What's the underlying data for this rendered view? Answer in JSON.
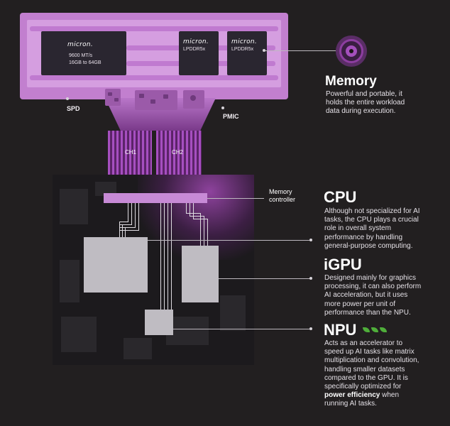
{
  "module": {
    "chip_large": {
      "brand": "micron.",
      "line1": "9600 MT/s",
      "line2": "16GB to 64GB"
    },
    "chip_a": {
      "brand": "micron.",
      "type": "LPDDR5x"
    },
    "chip_b": {
      "brand": "micron.",
      "type": "LPDDR5x"
    },
    "spd_label": "SPD",
    "pmic_label": "PMIC"
  },
  "channels": {
    "ch1": "CH1",
    "ch2": "CH2"
  },
  "processor": {
    "memory_controller_line1": "Memory",
    "memory_controller_line2": "controller"
  },
  "memory": {
    "title": "Memory",
    "desc_lines": [
      "Powerful and portable, it",
      "holds the entire workload",
      "data during execution."
    ]
  },
  "cpu": {
    "title": "CPU",
    "desc_lines": [
      "Although not specialized for AI",
      "tasks, the CPU plays a crucial",
      "role in overall system",
      "performance by handling",
      "general-purpose computing."
    ]
  },
  "igpu": {
    "title": "iGPU",
    "desc_lines": [
      "Designed mainly for graphics",
      "processing, it can also perform",
      "AI acceleration, but it uses",
      "more power per unit of",
      "performance than the NPU."
    ]
  },
  "npu": {
    "title": "NPU",
    "desc_lines": [
      "Acts as an accelerator to",
      "speed up AI tasks like matrix",
      "multiplication and convolution,",
      "handling smaller datasets",
      "compared to the GPU. It is",
      "specifically optimized for"
    ],
    "emphasis": "power efficiency",
    "desc_tail": " when",
    "desc_last": "running AI tasks."
  },
  "colors": {
    "background": "#221f20",
    "module_purple": "#c27fcf",
    "accent_purple": "#a44fbc",
    "core_grey": "#bfbcc2",
    "leaf_green": "#4fae3a"
  },
  "icons": [
    "memory-target-icon",
    "eco-leaf-icon"
  ]
}
